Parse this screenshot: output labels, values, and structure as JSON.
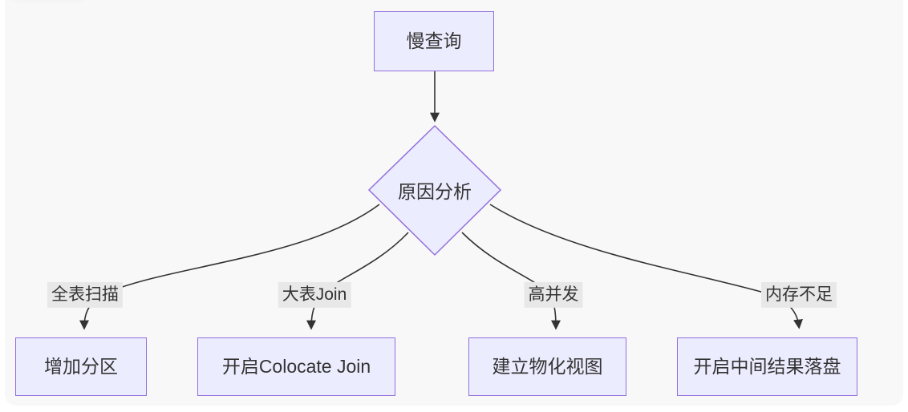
{
  "diagram": {
    "type": "flowchart-top-down",
    "nodes": {
      "slow_query": "慢查询",
      "cause_analysis": "原因分析",
      "add_partition": "增加分区",
      "colocate_join": "开启Colocate Join",
      "materialized_view": "建立物化视图",
      "spill_to_disk": "开启中间结果落盘"
    },
    "edge_labels": {
      "full_table_scan": "全表扫描",
      "big_table_join": "大表Join",
      "high_concurrency": "高并发",
      "insufficient_memory": "内存不足"
    },
    "colors": {
      "node_fill": "#ECECFF",
      "node_border": "#9370DB",
      "edge": "#333333",
      "text": "#333333",
      "edge_label_bg": "#e8e8e8",
      "canvas_bg": "#f8f8f8",
      "page_bg": "#ffffff"
    }
  }
}
